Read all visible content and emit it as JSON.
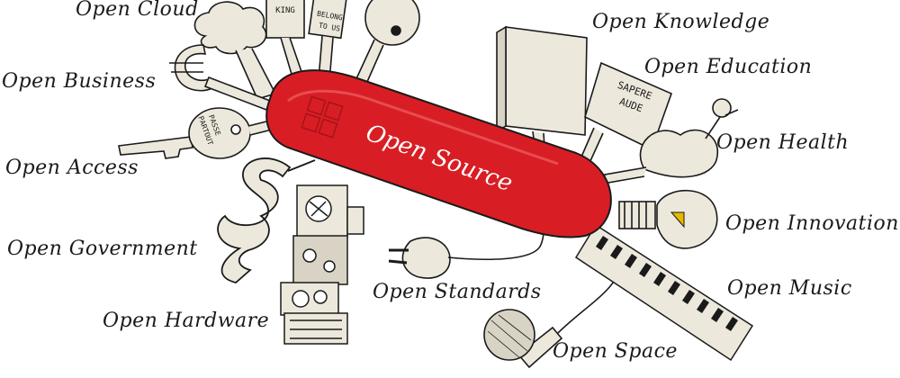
{
  "center": {
    "label": "Open Source",
    "color": "#d81e24"
  },
  "labels": {
    "cloud": "Open Cloud",
    "business": "Open Business",
    "access": "Open Access",
    "government": "Open Government",
    "hardware": "Open Hardware",
    "standards": "Open Standards",
    "space": "Open Space",
    "music": "Open Music",
    "innovation": "Open Innovation",
    "health": "Open Health",
    "education": "Open Education",
    "knowledge": "Open Knowledge"
  },
  "sign_texts": {
    "king": "KING",
    "belong": "BELONG",
    "to_us": "TO US!",
    "passe": "PASSE",
    "partout": "PARTOUT",
    "sapere": "SAPERE",
    "aude": "AUDE"
  },
  "colors": {
    "ink": "#1a1a1a",
    "paper": "#ece8dc",
    "shade": "#d8d3c4",
    "knife_red": "#d81e24",
    "knife_dark": "#a8141a"
  }
}
